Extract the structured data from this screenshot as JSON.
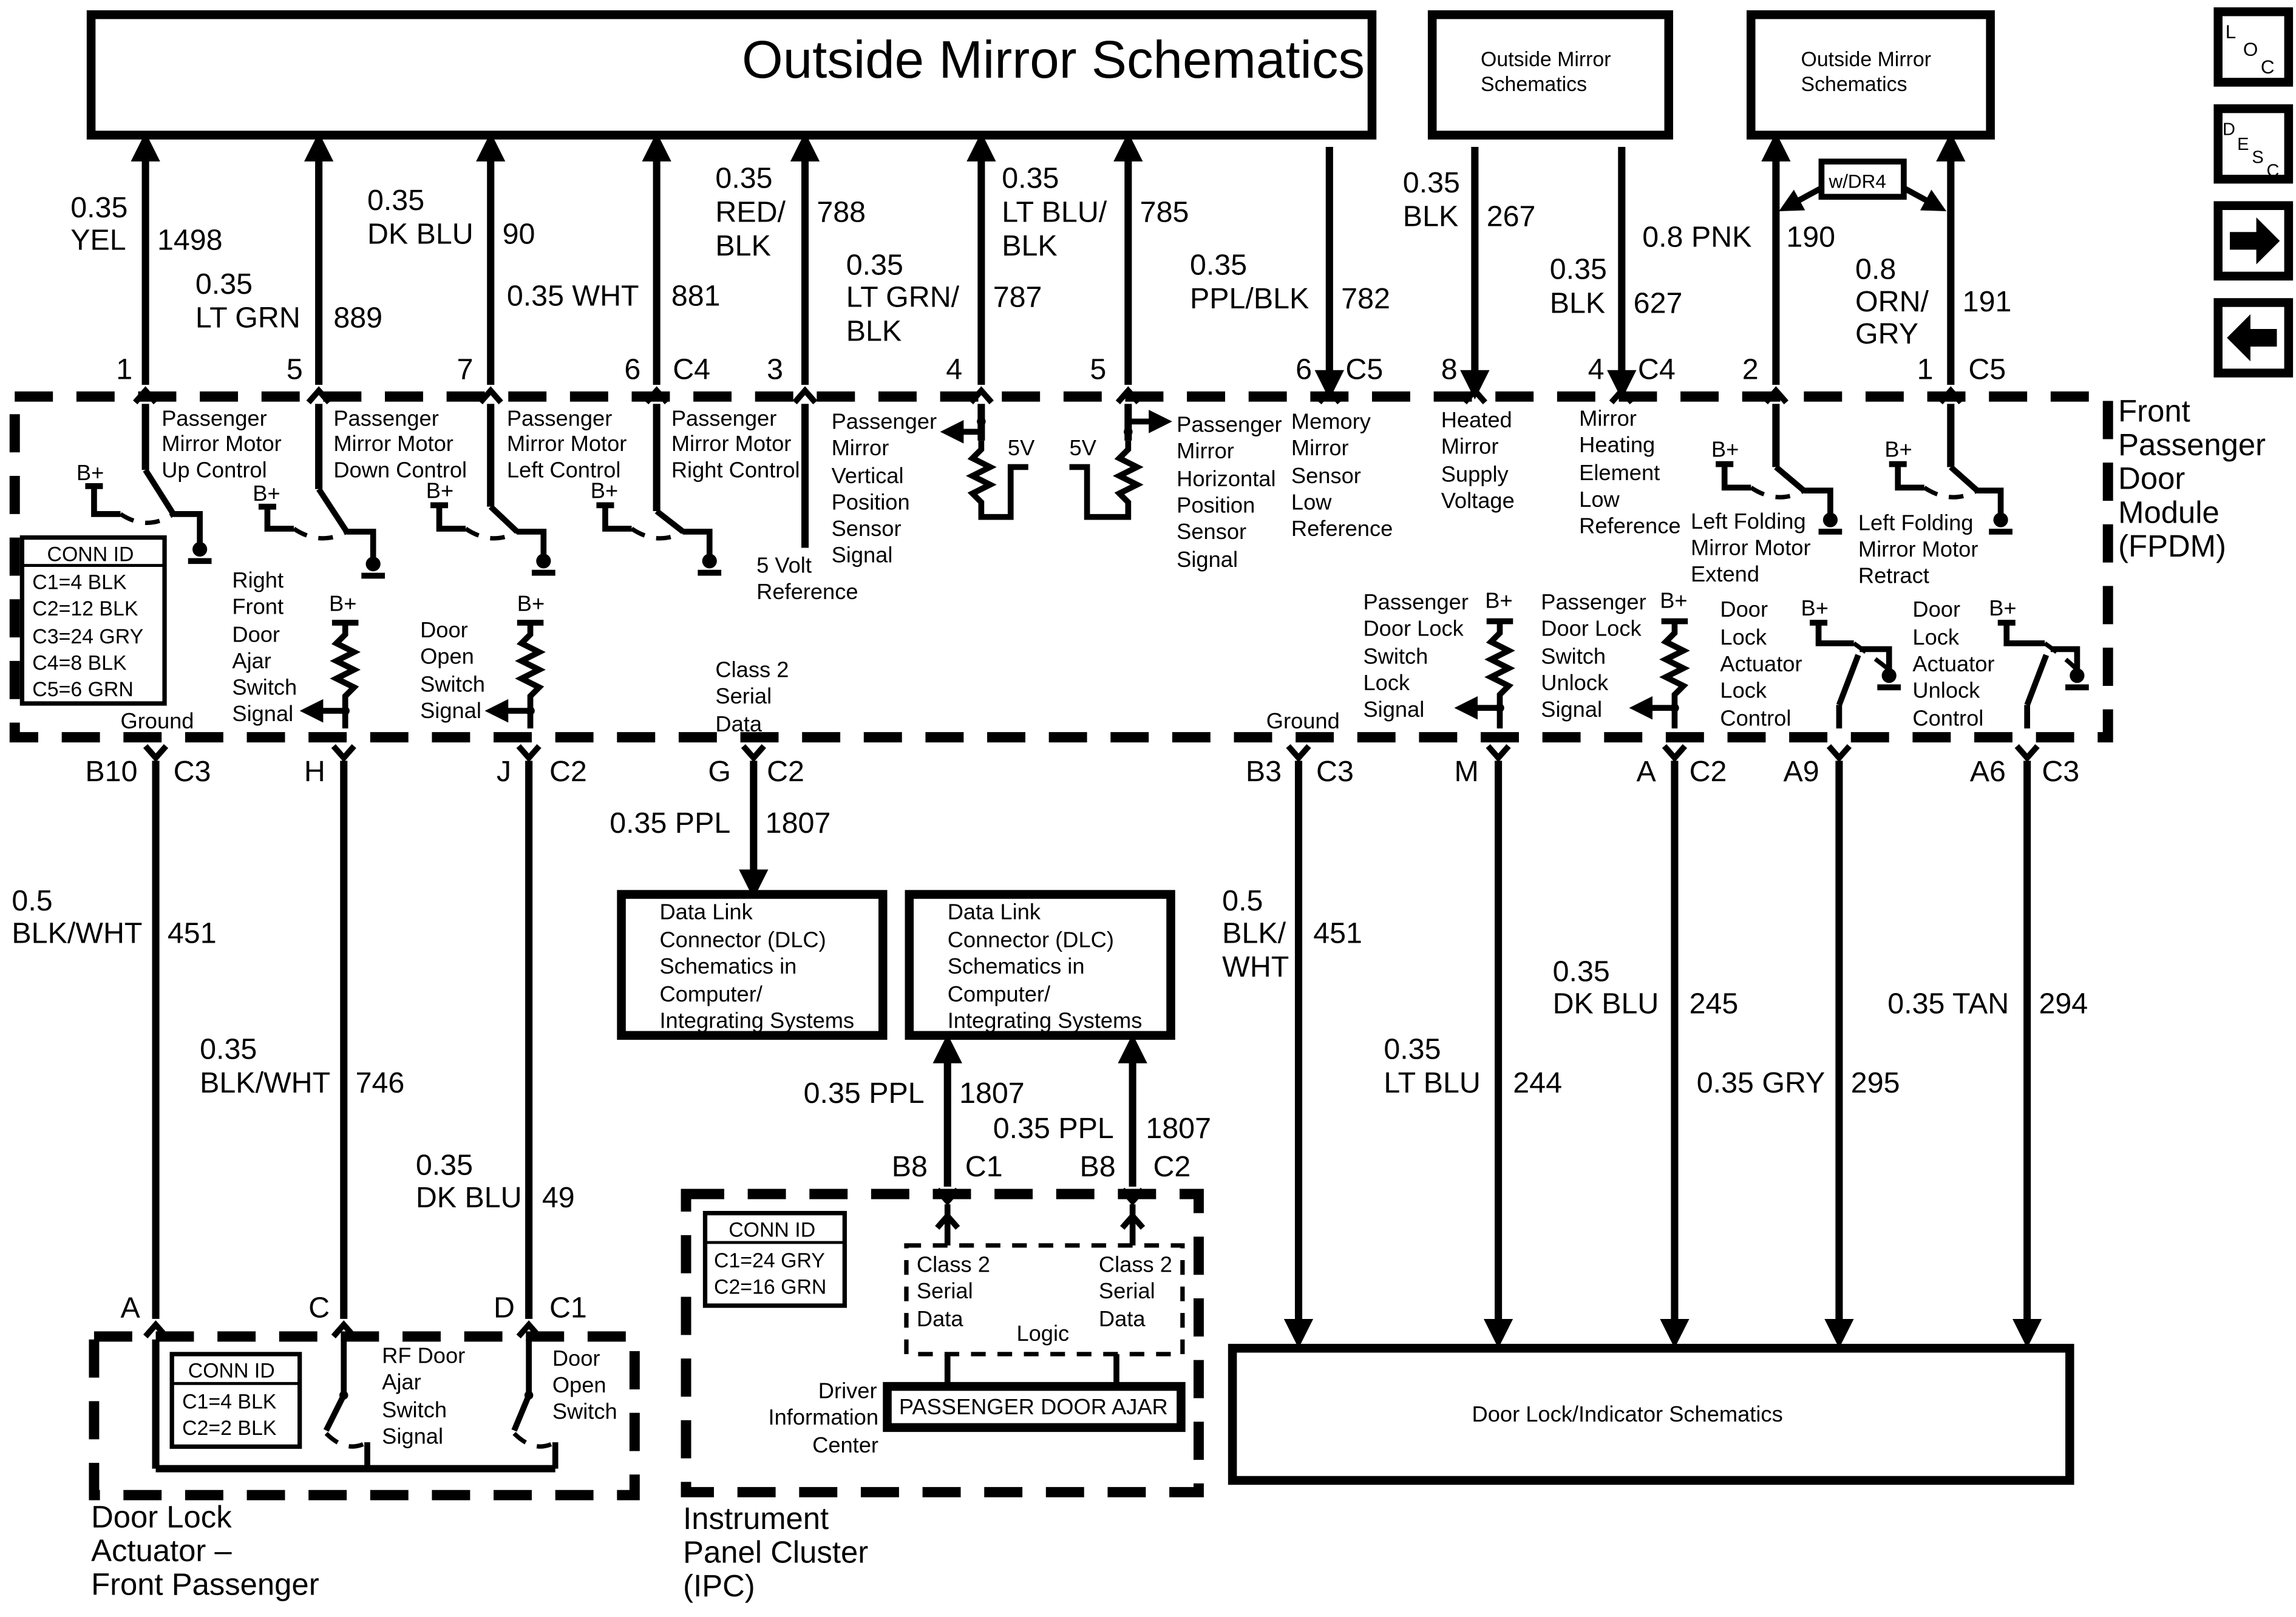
{
  "top_boxes": {
    "mirror_main": "Outside Mirror Schematics",
    "mirror_mid": [
      "Outside Mirror",
      "Schematics"
    ],
    "mirror_right": [
      "Outside Mirror",
      "Schematics"
    ]
  },
  "nav": {
    "loc": [
      "L",
      "O",
      "C"
    ],
    "desc": [
      "D",
      "E",
      "S",
      "C"
    ]
  },
  "option_tag": "w/DR4",
  "top_wires": [
    {
      "pin": "1",
      "gauge": "0.35",
      "color": "YEL",
      "circuit": "1498"
    },
    {
      "pin": "5",
      "gauge": "0.35",
      "color": "LT GRN",
      "circuit": "889"
    },
    {
      "pin": "7",
      "gauge": "0.35",
      "color": "DK BLU",
      "circuit": "90"
    },
    {
      "pin": "6",
      "gauge": "0.35 WHT",
      "color": "",
      "circuit": "881"
    },
    {
      "pin": "3",
      "gauge": "0.35",
      "color": "RED/ BLK",
      "circuit": "788"
    },
    {
      "pin": "4",
      "gauge": "0.35",
      "color": "LT GRN/ BLK",
      "circuit": "787"
    },
    {
      "pin": "5",
      "gauge": "0.35",
      "color": "LT BLU/ BLK",
      "circuit": "785"
    },
    {
      "pin": "6",
      "gauge": "0.35",
      "color": "PPL/BLK",
      "circuit": "782"
    },
    {
      "pin": "8",
      "gauge": "0.35",
      "color": "BLK",
      "circuit": "267"
    },
    {
      "pin": "4",
      "gauge": "0.35",
      "color": "BLK",
      "circuit": "627"
    },
    {
      "pin": "2",
      "gauge": "0.8 PNK",
      "color": "",
      "circuit": "190"
    },
    {
      "pin": "1",
      "gauge": "0.8",
      "color": "ORN/ GRY",
      "circuit": "191"
    }
  ],
  "top_connectors": {
    "c4": "C4",
    "c5a": "C5",
    "c4b": "C4",
    "c5b": "C5"
  },
  "module": {
    "name": [
      "Front",
      "Passenger",
      "Door",
      "Module",
      "(FPDM)"
    ],
    "labels": {
      "up": [
        "Passenger",
        "Mirror Motor",
        "Up Control"
      ],
      "down": [
        "Passenger",
        "Mirror Motor",
        "Down Control"
      ],
      "left": [
        "Passenger",
        "Mirror Motor",
        "Left Control"
      ],
      "right": [
        "Passenger",
        "Mirror Motor",
        "Right Control"
      ],
      "vert": [
        "Passenger",
        "Mirror",
        "Vertical",
        "Position",
        "Sensor",
        "Signal"
      ],
      "horiz": [
        "Passenger",
        "Mirror",
        "Horizontal",
        "Position",
        "Sensor",
        "Signal"
      ],
      "mem": [
        "Memory",
        "Mirror",
        "Sensor",
        "Low",
        "Reference"
      ],
      "heat": [
        "Heated",
        "Mirror",
        "Supply",
        "Voltage"
      ],
      "heatlow": [
        "Mirror",
        "Heating",
        "Element",
        "Low",
        "Reference"
      ],
      "fext": [
        "Left Folding",
        "Mirror Motor",
        "Extend"
      ],
      "fret": [
        "Left Folding",
        "Mirror Motor",
        "Retract"
      ],
      "vref": [
        "5 Volt",
        "Reference"
      ],
      "ajar": [
        "Right",
        "Front",
        "Door",
        "Ajar",
        "Switch",
        "Signal"
      ],
      "open": [
        "Door",
        "Open",
        "Switch",
        "Signal"
      ],
      "class2": [
        "Class 2",
        "Serial",
        "Data"
      ],
      "lock": [
        "Passenger",
        "Door Lock",
        "Switch",
        "Lock",
        "Signal"
      ],
      "unlock": [
        "Passenger",
        "Door Lock",
        "Switch",
        "Unlock",
        "Signal"
      ],
      "actlock": [
        "Door",
        "Lock",
        "Actuator",
        "Lock",
        "Control"
      ],
      "actunlock": [
        "Door",
        "Lock",
        "Actuator",
        "Unlock",
        "Control"
      ],
      "ground": "Ground",
      "bplus": "B+",
      "fivev": "5V"
    },
    "conn_id": {
      "title": "CONN ID",
      "rows": [
        "C1=4 BLK",
        "C2=12 BLK",
        "C3=24 GRY",
        "C4=8 BLK",
        "C5=6 GRN"
      ]
    }
  },
  "bottom_pins": [
    {
      "pin": "B10",
      "conn": "C3"
    },
    {
      "pin": "H",
      "conn": ""
    },
    {
      "pin": "J",
      "conn": "C2"
    },
    {
      "pin": "G",
      "conn": "C2"
    },
    {
      "pin": "B3",
      "conn": "C3"
    },
    {
      "pin": "M",
      "conn": ""
    },
    {
      "pin": "A",
      "conn": "C2"
    },
    {
      "pin": "A9",
      "conn": ""
    },
    {
      "pin": "A6",
      "conn": "C3"
    }
  ],
  "bottom_wires": {
    "w451a": {
      "gauge": "0.5",
      "color": "BLK/WHT",
      "circuit": "451"
    },
    "w746": {
      "gauge": "0.35",
      "color": "BLK/WHT",
      "circuit": "746"
    },
    "w49": {
      "gauge": "0.35",
      "color": "DK BLU",
      "circuit": "49"
    },
    "w1807a": {
      "gauge": "0.35 PPL",
      "circuit": "1807"
    },
    "w451b": {
      "gauge": "0.5",
      "color": "BLK/ WHT",
      "circuit": "451"
    },
    "w245": {
      "gauge": "0.35",
      "color": "DK BLU",
      "circuit": "245"
    },
    "w244": {
      "gauge": "0.35",
      "color": "LT BLU",
      "circuit": "244"
    },
    "w295": {
      "gauge": "0.35 GRY",
      "circuit": "295"
    },
    "w294": {
      "gauge": "0.35 TAN",
      "circuit": "294"
    },
    "w1807b": {
      "gauge": "0.35 PPL",
      "circuit": "1807"
    },
    "w1807c": {
      "gauge": "0.35 PPL",
      "circuit": "1807"
    }
  },
  "dlc_box": [
    "Data Link",
    "Connector (DLC)",
    "Schematics in",
    "Computer/",
    "Integrating Systems"
  ],
  "door_lock_box": "Door Lock/Indicator Schematics",
  "actuator": {
    "pins": {
      "a": "A",
      "c": "C",
      "d": "D",
      "c1": "C1"
    },
    "conn_id": {
      "title": "CONN ID",
      "rows": [
        "C1=4 BLK",
        "C2=2 BLK"
      ]
    },
    "rf_ajar": [
      "RF Door",
      "Ajar",
      "Switch",
      "Signal"
    ],
    "door_open": [
      "Door",
      "Open",
      "Switch"
    ],
    "name": [
      "Door Lock",
      "Actuator –",
      "Front Passenger"
    ]
  },
  "ipc": {
    "pins": {
      "b8a": "B8",
      "c1": "C1",
      "b8b": "B8",
      "c2": "C2"
    },
    "conn_id": {
      "title": "CONN ID",
      "rows": [
        "C1=24 GRY",
        "C2=16 GRN"
      ]
    },
    "class2": [
      "Class 2",
      "Serial",
      "Data"
    ],
    "logic": "Logic",
    "dic": [
      "Driver",
      "Information",
      "Center"
    ],
    "display": "PASSENGER DOOR AJAR",
    "name": [
      "Instrument",
      "Panel Cluster",
      "(IPC)"
    ]
  }
}
